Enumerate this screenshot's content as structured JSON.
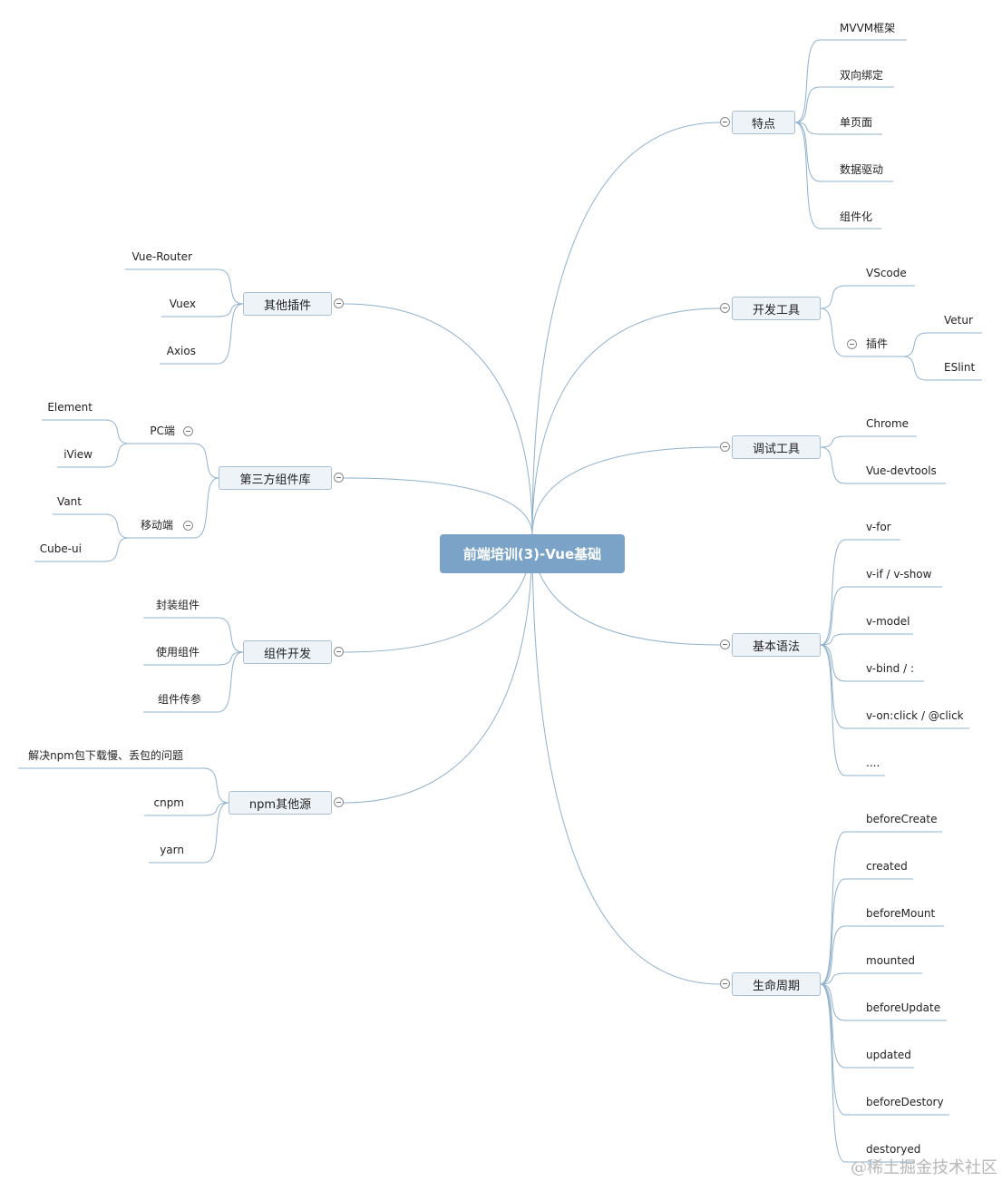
{
  "root": {
    "label": "前端培训(3)-Vue基础"
  },
  "right": [
    {
      "label": "特点",
      "children": [
        {
          "label": "MVVM框架"
        },
        {
          "label": "双向绑定"
        },
        {
          "label": "单页面"
        },
        {
          "label": "数据驱动"
        },
        {
          "label": "组件化"
        }
      ]
    },
    {
      "label": "开发工具",
      "children": [
        {
          "label": "VScode"
        },
        {
          "label": "插件",
          "children": [
            {
              "label": "Vetur"
            },
            {
              "label": "ESlint"
            }
          ]
        }
      ]
    },
    {
      "label": "调试工具",
      "children": [
        {
          "label": "Chrome"
        },
        {
          "label": "Vue-devtools"
        }
      ]
    },
    {
      "label": "基本语法",
      "children": [
        {
          "label": "v-for"
        },
        {
          "label": "v-if / v-show"
        },
        {
          "label": "v-model"
        },
        {
          "label": "v-bind / :"
        },
        {
          "label": "v-on:click / @click"
        },
        {
          "label": "...."
        }
      ]
    },
    {
      "label": "生命周期",
      "children": [
        {
          "label": "beforeCreate"
        },
        {
          "label": "created"
        },
        {
          "label": "beforeMount"
        },
        {
          "label": "mounted"
        },
        {
          "label": "beforeUpdate"
        },
        {
          "label": "updated"
        },
        {
          "label": "beforeDestory"
        },
        {
          "label": "destoryed"
        }
      ]
    }
  ],
  "left": [
    {
      "label": "其他插件",
      "children": [
        {
          "label": "Vue-Router"
        },
        {
          "label": "Vuex"
        },
        {
          "label": "Axios"
        }
      ]
    },
    {
      "label": "第三方组件库",
      "children": [
        {
          "label": "PC端",
          "children": [
            {
              "label": "Element"
            },
            {
              "label": "iView"
            }
          ]
        },
        {
          "label": "移动端",
          "children": [
            {
              "label": "Vant"
            },
            {
              "label": "Cube-ui"
            }
          ]
        }
      ]
    },
    {
      "label": "组件开发",
      "children": [
        {
          "label": "封装组件"
        },
        {
          "label": "使用组件"
        },
        {
          "label": "组件传参"
        }
      ]
    },
    {
      "label": "npm其他源",
      "children": [
        {
          "label": "解决npm包下载慢、丢包的问题"
        },
        {
          "label": "cnpm"
        },
        {
          "label": "yarn"
        }
      ]
    }
  ],
  "watermark": "@稀土掘金技术社区",
  "colors": {
    "root_bg": "#7aa3c7",
    "topic_bg": "#eef3f8",
    "topic_border": "#a9bfd4",
    "line": "#8fb1cc"
  }
}
